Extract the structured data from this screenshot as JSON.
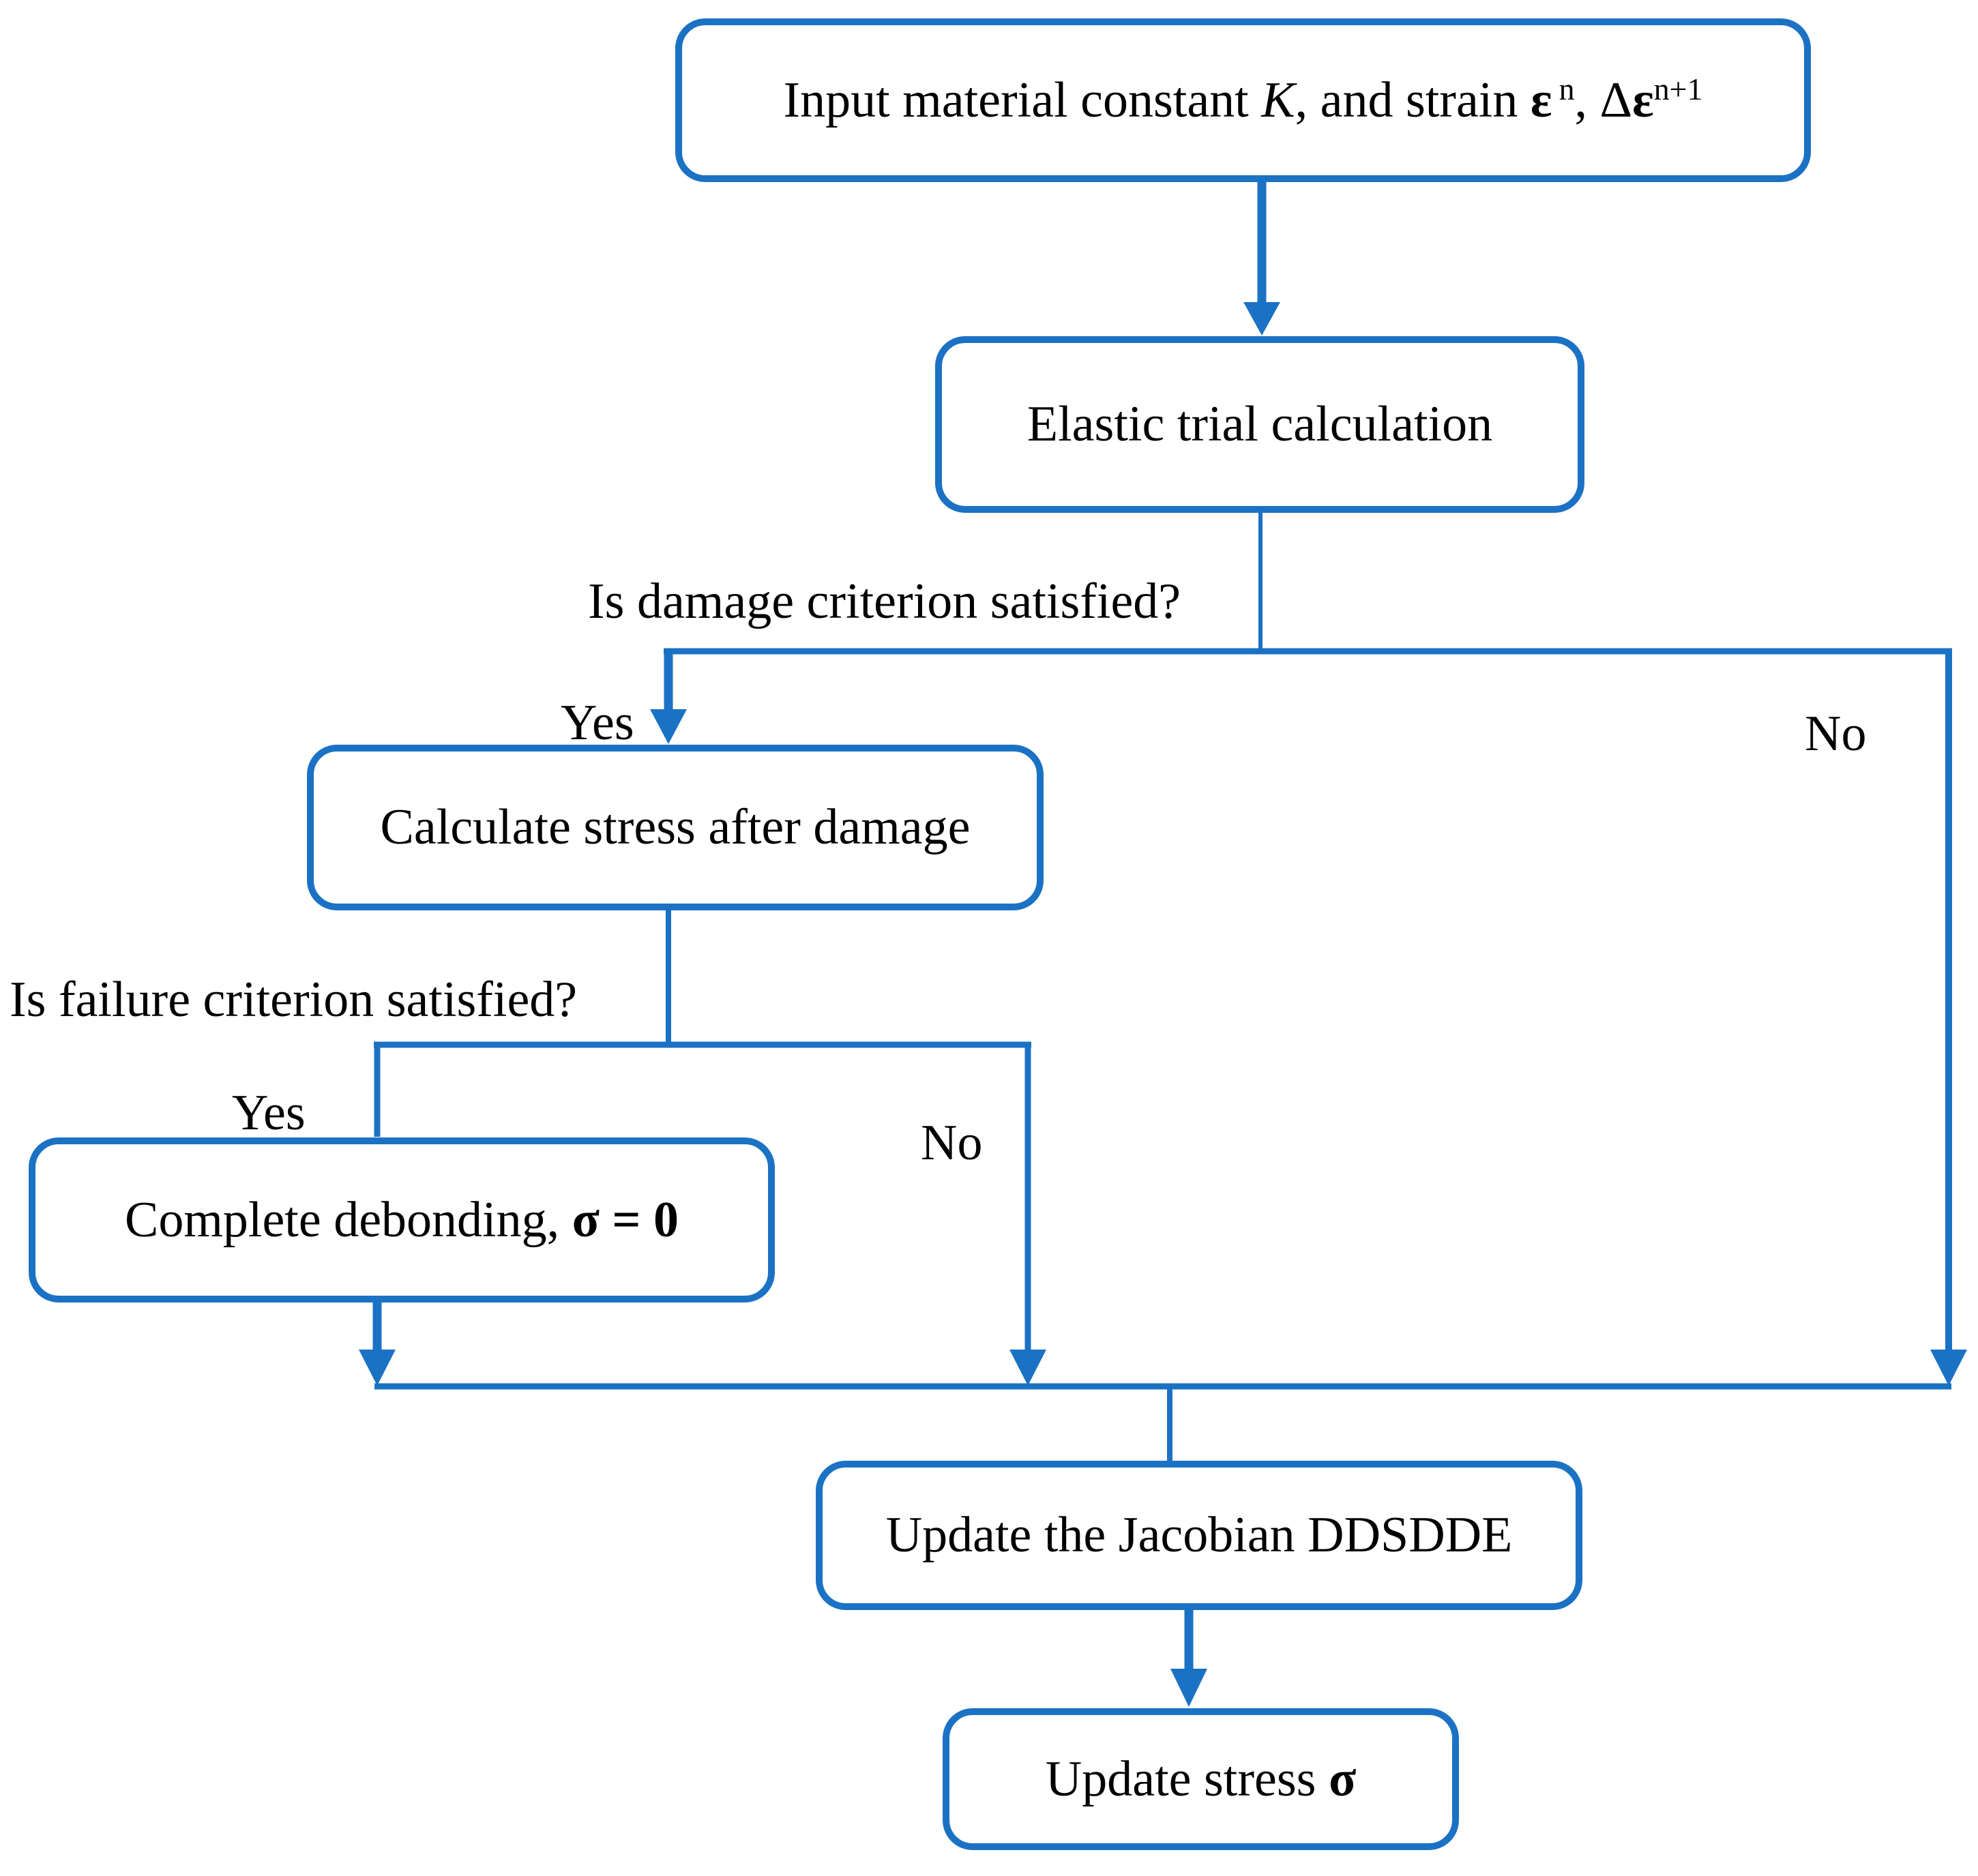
{
  "colors": {
    "accent": "#1b72c4",
    "text": "#000000",
    "background": "#ffffff"
  },
  "nodes": {
    "input": {
      "p1": "Input material constant ",
      "k_symbol": "K",
      "p2": ", and strain ",
      "epsilon1": "ε",
      "sup1": "n",
      "p3": ", Δ",
      "epsilon2": "ε",
      "sup2": "n+1"
    },
    "elastic": {
      "label": "Elastic trial calculation"
    },
    "calc_damage": {
      "label": "Calculate stress after damage"
    },
    "debonding": {
      "p1": "Complete debonding, ",
      "formula": "σ = 0"
    },
    "jacobian": {
      "label": "Update the Jacobian DDSDDE"
    },
    "stress": {
      "p1": "Update stress ",
      "sigma": "σ"
    }
  },
  "labels": {
    "damage_question": "Is damage criterion satisfied?",
    "failure_question": "Is failure criterion satisfied?",
    "damage_yes": "Yes",
    "damage_no": "No",
    "failure_yes": "Yes",
    "failure_no": "No"
  }
}
